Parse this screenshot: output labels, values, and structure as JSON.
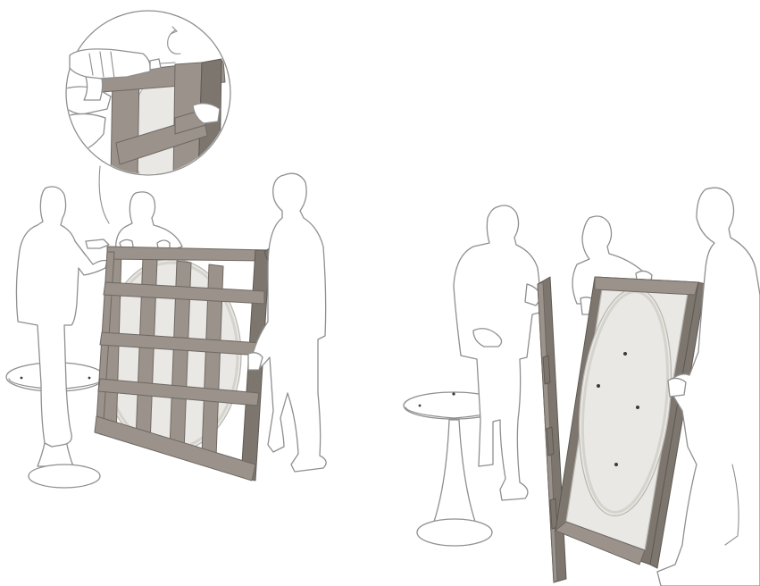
{
  "scenes": [
    {
      "id": "scene-crating",
      "people": 3,
      "frame": "slatted-crate",
      "detail_callout": true
    },
    {
      "id": "scene-uncrating",
      "people": 3,
      "frame": "open-frame"
    }
  ],
  "callout": {
    "tool": "drill-icon",
    "action": "rotate-arrow-icon"
  },
  "colors": {
    "wood": "#9a928b",
    "wood_dark": "#7d766f",
    "outline": "#8f8f8f",
    "glass": "#e9e8e4",
    "background": "#ffffff"
  }
}
